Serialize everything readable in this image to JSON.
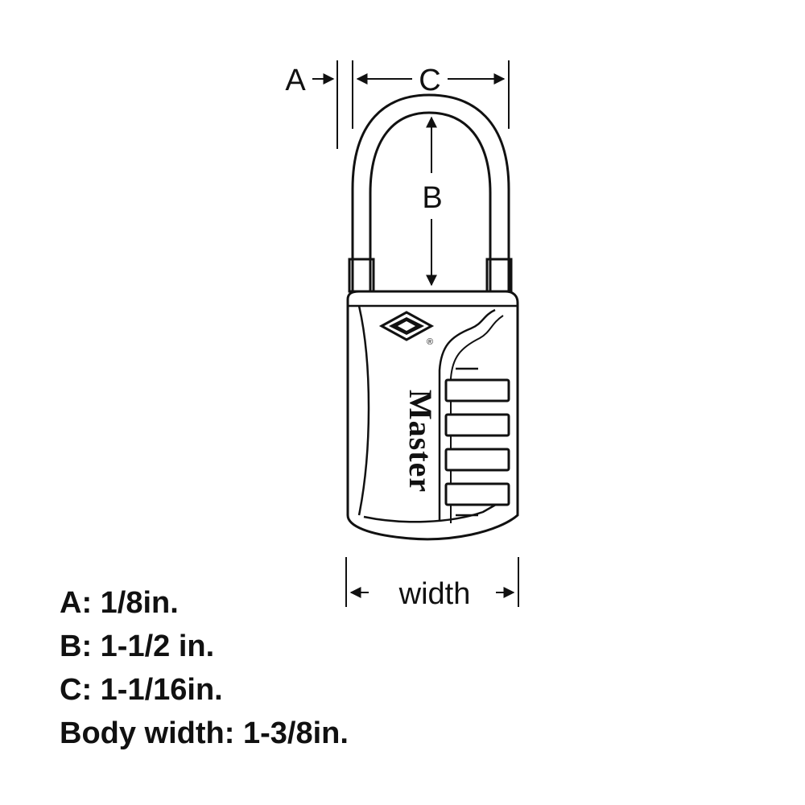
{
  "diagram": {
    "dimension_labels": {
      "a": "A",
      "b": "B",
      "c": "C",
      "width": "width"
    },
    "brand": {
      "name": "Master",
      "registered_mark": "®"
    },
    "specs": [
      {
        "text": "A: 1/8in."
      },
      {
        "text": "B: 1-1/2 in."
      },
      {
        "text": "C: 1-1/16in."
      },
      {
        "text": "Body width: 1-3/8in."
      }
    ]
  }
}
